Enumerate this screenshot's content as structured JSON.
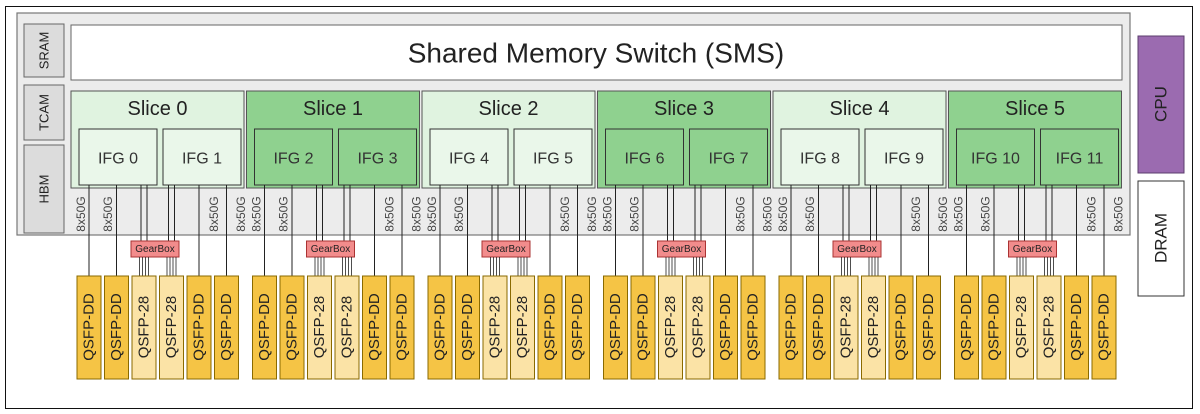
{
  "chip": {
    "sms_label": "Shared Memory Switch (SMS)",
    "memories": [
      "SRAM",
      "TCAM",
      "HBM"
    ],
    "link_label": "8x50G",
    "gearbox_label": "GearBox"
  },
  "side": {
    "cpu_label": "CPU",
    "dram_label": "DRAM"
  },
  "slices": [
    {
      "label": "Slice 0",
      "ifgs": [
        "IFG 0",
        "IFG 1"
      ],
      "highlight": false
    },
    {
      "label": "Slice 1",
      "ifgs": [
        "IFG 2",
        "IFG 3"
      ],
      "highlight": true
    },
    {
      "label": "Slice 2",
      "ifgs": [
        "IFG 4",
        "IFG 5"
      ],
      "highlight": false
    },
    {
      "label": "Slice 3",
      "ifgs": [
        "IFG 6",
        "IFG 7"
      ],
      "highlight": true
    },
    {
      "label": "Slice 4",
      "ifgs": [
        "IFG 8",
        "IFG 9"
      ],
      "highlight": false
    },
    {
      "label": "Slice 5",
      "ifgs": [
        "IFG 10",
        "IFG 11"
      ],
      "highlight": true
    }
  ],
  "port_groups": [
    "QSFP-DD",
    "QSFP-DD",
    "QSFP-28",
    "QSFP-28",
    "QSFP-DD",
    "QSFP-DD"
  ],
  "colors": {
    "chip_bg": "#ececec",
    "slice_light": "#e0f3e0",
    "slice_dark": "#8fd18f",
    "ifg_light": "#eaf7ea",
    "ifg_dark": "#8fd18f",
    "gearbox": "#f28c8c",
    "qsfp_dd": "#f5c445",
    "qsfp_28": "#fbe3a6",
    "cpu": "#9b6bb0",
    "mem_box": "#dcdcdc"
  }
}
